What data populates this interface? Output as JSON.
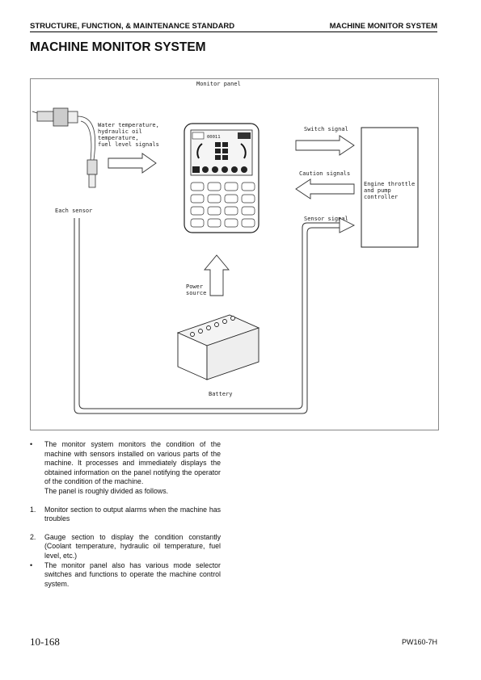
{
  "header": {
    "left": "STRUCTURE, FUNCTION, & MAINTENANCE STANDARD",
    "right": "MACHINE MONITOR SYSTEM"
  },
  "title": "MACHINE MONITOR SYSTEM",
  "figure": {
    "monitor_panel": "Monitor panel",
    "sensor_label_1": "Water temperature,",
    "sensor_label_2": "hydraulic oil",
    "sensor_label_3": "temperature,",
    "sensor_label_4": "fuel level signals",
    "each_sensor": "Each sensor",
    "switch_signal": "Switch signal",
    "caution_signals": "Caution signals",
    "sensor_signal": "Sensor signal",
    "controller_1": "Engine throttle",
    "controller_2": "and pump",
    "controller_3": "controller",
    "power_1": "Power",
    "power_2": "source",
    "battery": "Battery",
    "display_code": "00011"
  },
  "body": {
    "bullet_mark": "•",
    "intro": "The monitor system monitors the condition of the machine with sensors installed on various parts of the machine. It processes and immediately displays the obtained information on the panel notifying the operator of the condition of the machine.",
    "intro_2": "The panel is roughly divided as follows.",
    "item1_num": "1.",
    "item1": "Monitor section to output alarms when the machine has troubles",
    "item2_num": "2.",
    "item2": "Gauge section to display the condition constantly (Coolant temperature, hydraulic oil temperature, fuel level, etc.)",
    "item3": "The monitor panel also has various mode selector switches and functions to operate the machine control system."
  },
  "footer": {
    "page": "10-168",
    "model": "PW160-7H"
  }
}
